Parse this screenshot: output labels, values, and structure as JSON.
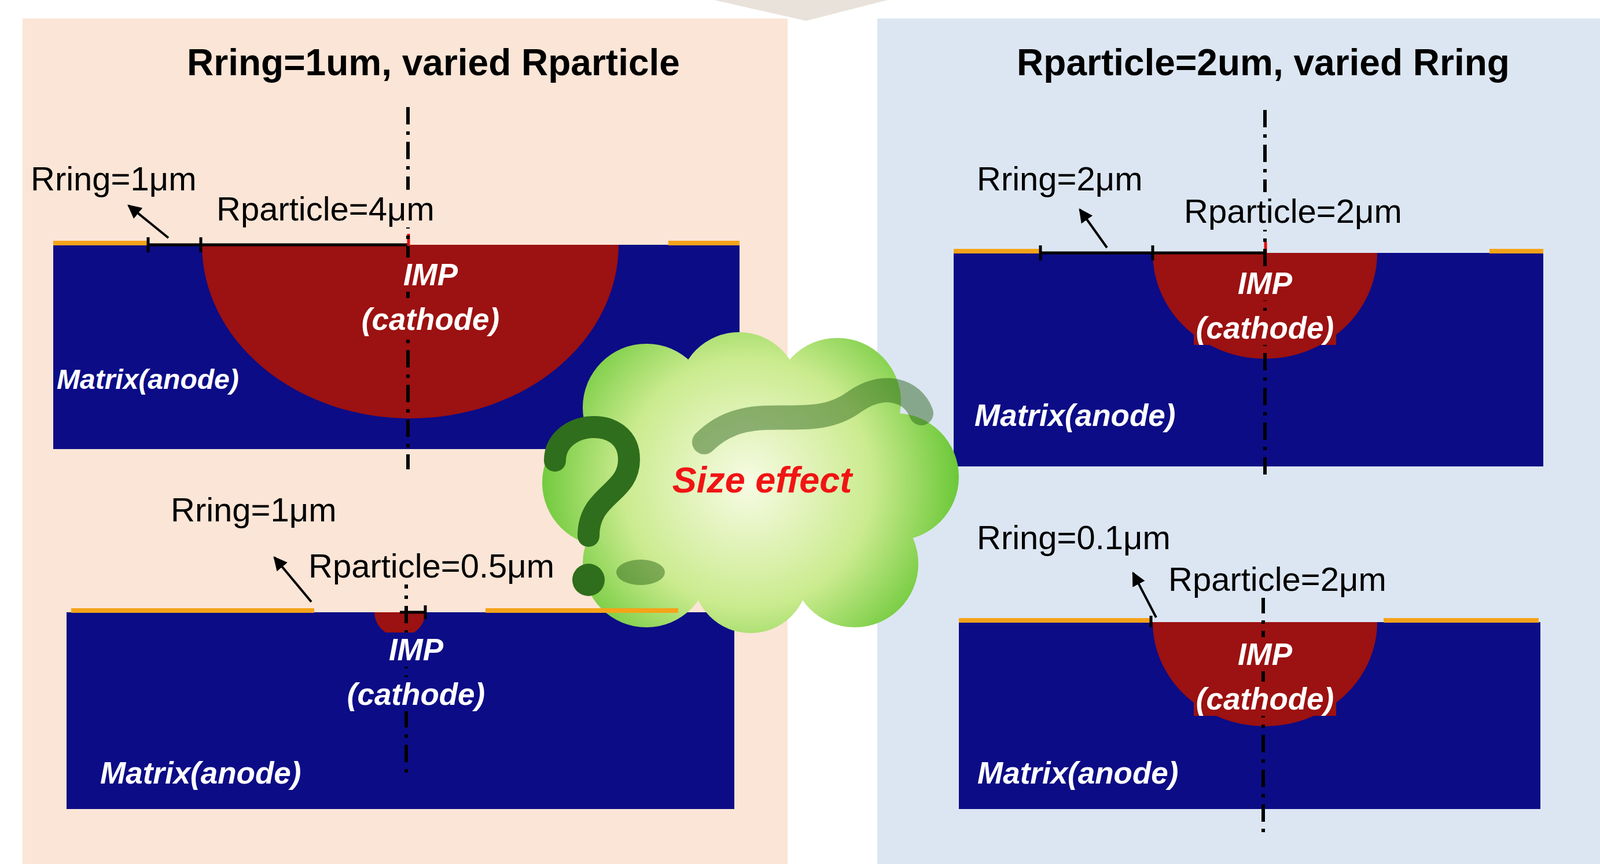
{
  "diagram": {
    "nodes": [
      {
        "text": [
          "Rring=1um, varied Rparticle"
        ]
      },
      {
        "text": [
          "Matrix(anode)"
        ],
        "in": 0
      },
      {
        "text": [
          "IMP (cathode)"
        ],
        "in": 1
      },
      {
        "text": [
          "Matrix(anode)"
        ],
        "in": 0
      },
      {
        "text": [
          "IMP (cathode)"
        ],
        "in": 3
      },
      {
        "text": [
          "Rparticle=2um, varied Rring"
        ]
      },
      {
        "text": [
          "Matrix(anode)"
        ],
        "in": 5
      },
      {
        "text": [
          "IMP (cathode)"
        ],
        "in": 6
      },
      {
        "text": [
          "Matrix(anode)"
        ],
        "in": 5
      },
      {
        "text": [
          "IMP (cathode)"
        ],
        "in": 8
      },
      {
        "text": [
          "Size effect"
        ]
      }
    ],
    "labels": [
      "Rring=1μm",
      "Rparticle=4μm",
      "Rring=1μm",
      "Rparticle=0.5μm",
      "Rring=2μm",
      "Rparticle=2μm",
      "Rring=0.1μm",
      "Rparticle=2μm"
    ]
  }
}
